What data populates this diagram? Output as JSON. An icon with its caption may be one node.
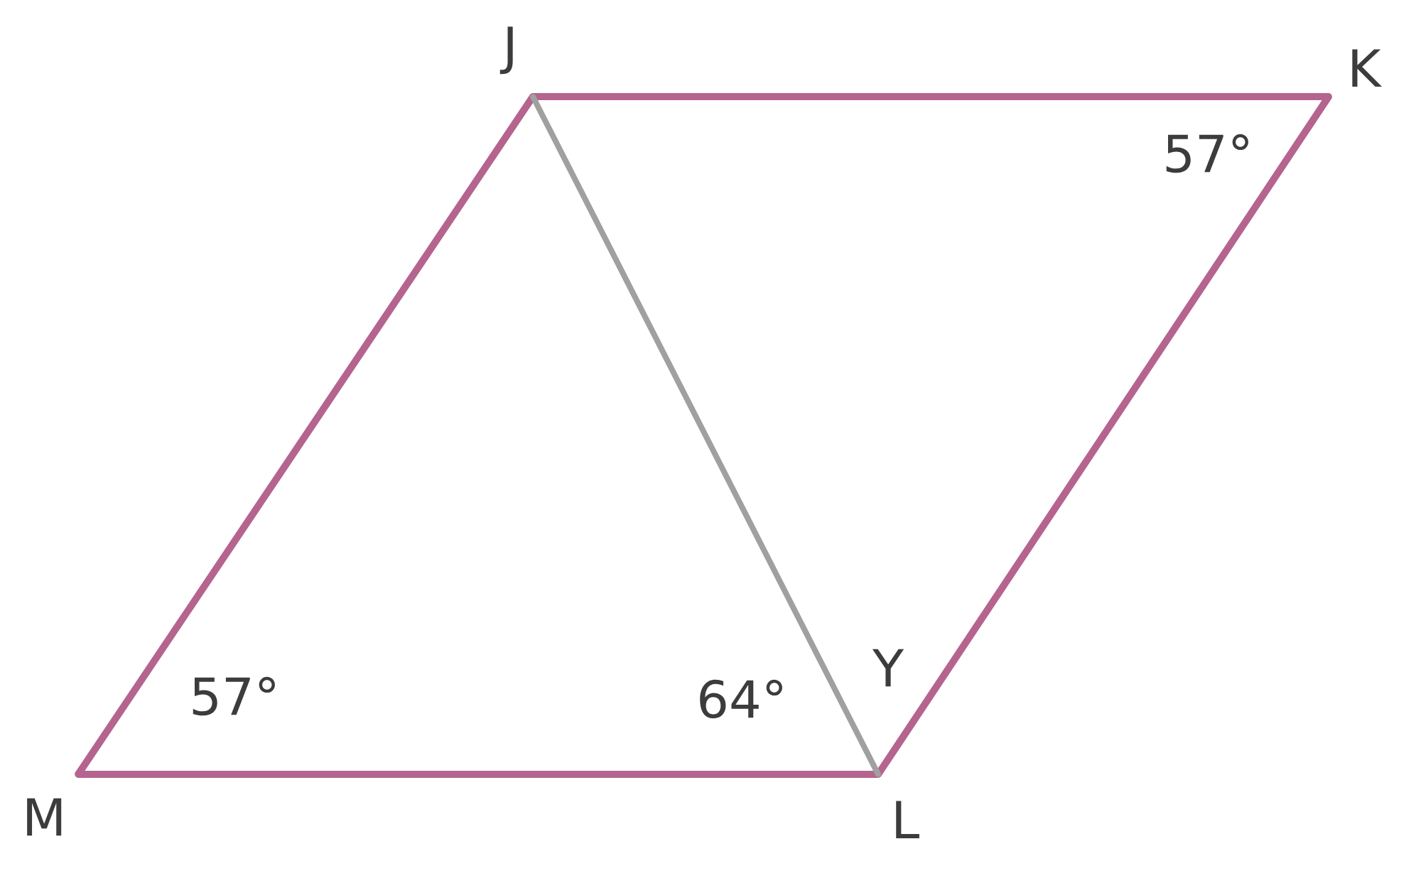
{
  "diagram": {
    "nodes": [
      {
        "text": [
          "J"
        ]
      },
      {
        "text": [
          "K"
        ]
      },
      {
        "text": [
          "L"
        ]
      },
      {
        "text": [
          "M"
        ]
      }
    ],
    "edges": [
      {
        "from": 0,
        "to": 1,
        "arrow": "none"
      },
      {
        "from": 1,
        "to": 2,
        "arrow": "none"
      },
      {
        "from": 2,
        "to": 3,
        "arrow": "none"
      },
      {
        "from": 3,
        "to": 0,
        "arrow": "none"
      },
      {
        "from": 0,
        "to": 2,
        "arrow": "none",
        "color": "#a0a0a0"
      }
    ],
    "labels": [
      "57°",
      "Y",
      "57°",
      "64°"
    ]
  }
}
